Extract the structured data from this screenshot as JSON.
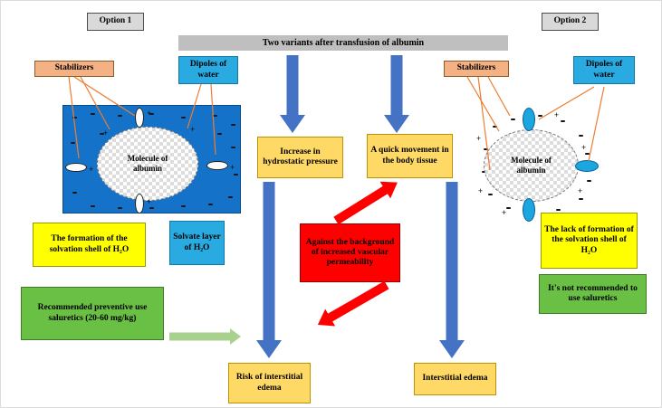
{
  "banner": {
    "title": "Two variants after transfusion of albumin"
  },
  "option1": {
    "label": "Option 1"
  },
  "option2": {
    "label": "Option 2"
  },
  "left": {
    "stabilizers": "Stabilizers",
    "dipoles_of_water": "Dipoles of water",
    "molecule": "Molecule of albumin",
    "solvation_shell": "The formation of the solvation shell of H₂O",
    "solvate_layer": "Solvate layer of H₂O",
    "saluretics": "Recommended preventive use saluretics (20-60 mg/kg)"
  },
  "flow": {
    "hydrostatic_pressure": "Increase in hydrostatic pressure",
    "quick_movement": "A quick movement in the body tissue",
    "vascular_permeability": "Against the background of increased vascular permeability",
    "risk_edema": "Risk of interstitial edema",
    "interstitial_edema": "Interstitial edema"
  },
  "right": {
    "stabilizers": "Stabilizers",
    "dipoles_of_water": "Dipoles of water",
    "molecule": "Molecule of albumin",
    "no_solvation_shell": "The lack of formation of the solvation shell of H₂O",
    "no_saluretics": "It's not recommended to use saluretics"
  },
  "glyphs": {
    "plus": "+"
  },
  "colors": {
    "banner_gray": "#bfbfbf",
    "option_gray": "#d9d9d9",
    "stabilizers_orange": "#f4b183",
    "water_blue": "#29abe2",
    "albumin_box_blue": "#1472c8",
    "highlight_yellow": "#ffff00",
    "flow_gold": "#ffd966",
    "alert_red": "#ff0000",
    "recommendation_green": "#6abf45",
    "arrow_blue": "#4472c4",
    "connector_orange": "#ed7d31"
  }
}
